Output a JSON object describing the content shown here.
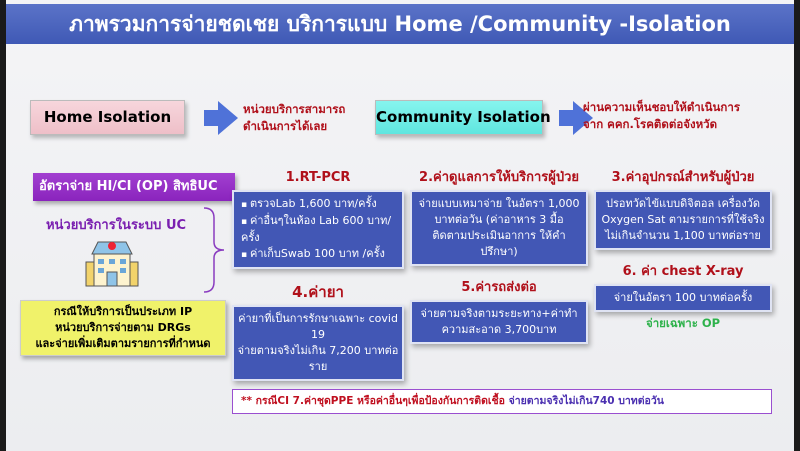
{
  "title": "ภาพรวมการจ่ายชดเชย บริการแบบ Home /Community -Isolation",
  "home": {
    "label": "Home Isolation",
    "note": [
      "หน่วยบริการสามารถ",
      "ดำเนินการได้เลย"
    ]
  },
  "community": {
    "label": "Community Isolation",
    "note": [
      "ผ่านความเห็นชอบให้ดำเนินการ",
      "จาก คคก.โรคติดต่อจังหวัด"
    ]
  },
  "rate_header": "อัตราจ่าย HI/CI (OP) สิทธิUC",
  "unit_label": "หน่วยบริการในระบบ UC",
  "ip_note": [
    "กรณีให้บริการเป็นประเภท IP",
    "หน่วยบริการจ่ายตาม DRGs",
    "และจ่ายเพิ่มเติมตามรายการที่กำหนด"
  ],
  "items": [
    {
      "title": "1.RT-PCR",
      "lines": [
        "ตรวจLab 1,600 บาท/ครั้ง",
        "ค่าอื่นๆในห้อง Lab 600 บาท/ครั้ง",
        "ค่าเก็บSwab 100 บาท /ครั้ง"
      ]
    },
    {
      "title": "2.ค่าดูแลการให้บริการผู้ป่วย",
      "lines": [
        "จ่ายแบบเหมาจ่าย ในอัตรา 1,000",
        "บาทต่อวัน (ค่าอาหาร  3 มื้อ",
        "ติดตามประเมินอาการ ให้คำปรึกษา)"
      ]
    },
    {
      "title": "3.ค่าอุปกรณ์สำหรับผู้ป่วย",
      "lines": [
        "ปรอทวัดไข้แบบดิจิตอล เครื่องวัด",
        "Oxygen Sat ตามรายการที่ใช้จริง",
        "ไม่เกินจำนวน 1,100 บาทต่อราย"
      ]
    },
    {
      "title": "4.ค่ายา",
      "lines": [
        "ค่ายาที่เป็นการรักษาเฉพาะ covid 19",
        "จ่ายตามจริงไม่เกิน 7,200 บาทต่อราย"
      ]
    },
    {
      "title": "5.ค่ารถส่งต่อ",
      "lines": [
        "จ่ายตามจริงตามระยะทาง+ค่าทำ",
        "ความสะอาด 3,700บาท"
      ]
    },
    {
      "title": "6. ค่า chest X-ray",
      "lines": [
        "จ่ายในอัตรา 100 บาทต่อครั้ง"
      ],
      "note": "จ่ายเฉพาะ OP"
    }
  ],
  "footer": {
    "red": "** กรณีCI   7.ค่าชุดPPE หรือค่าอื่นๆเพื่อป้องกันการติดเชื้อ",
    "blue": "จ่ายตามจริงไม่เกิน740  บาทต่อวัน"
  }
}
